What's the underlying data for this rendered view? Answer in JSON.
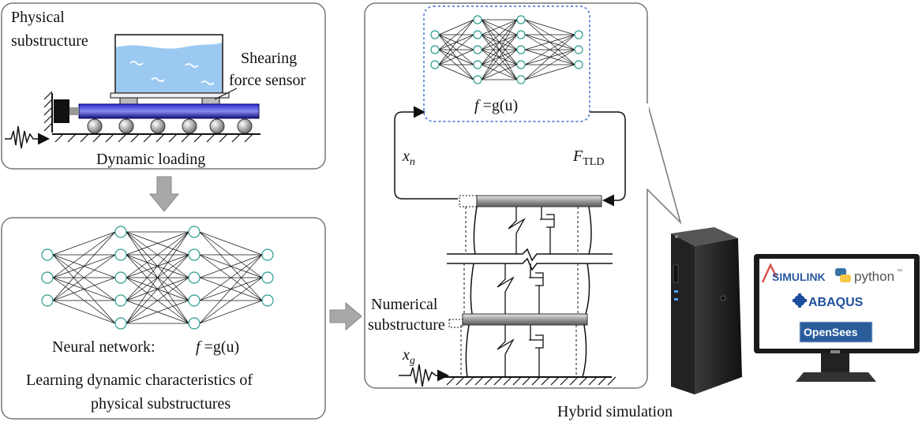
{
  "panel_physical": {
    "label_line1": "Physical",
    "label_line2": "substructure",
    "sensor_line1": "Shearing",
    "sensor_line2": "force sensor",
    "caption": "Dynamic loading"
  },
  "panel_network": {
    "label": "Neural network:",
    "formula_f": "f",
    "formula_rest": " =g(u)",
    "caption_line1": "Learning dynamic characteristics of",
    "caption_line2": "physical substructures"
  },
  "panel_hybrid": {
    "formula_f": "f",
    "formula_rest": " =g(u)",
    "xn_main": "x",
    "xn_sub": "n",
    "ftld_main": "F",
    "ftld_sub": "TLD",
    "numerical_line1": "Numerical",
    "numerical_line2": "substructure",
    "xg_main": "x",
    "xg_sub": "g",
    "caption": "Hybrid simulation"
  },
  "software": {
    "simulink": "SIMULINK",
    "python": "python",
    "python_tm": "™",
    "abaqus": "ABAQUS",
    "opensees": "OpenSees"
  },
  "colors": {
    "node": "#2a9d8f",
    "water": "#9cc9f2",
    "beam": "#1a1a9a",
    "dashed_box": "#3d6fd6",
    "arrow": "#9a9a9a"
  }
}
